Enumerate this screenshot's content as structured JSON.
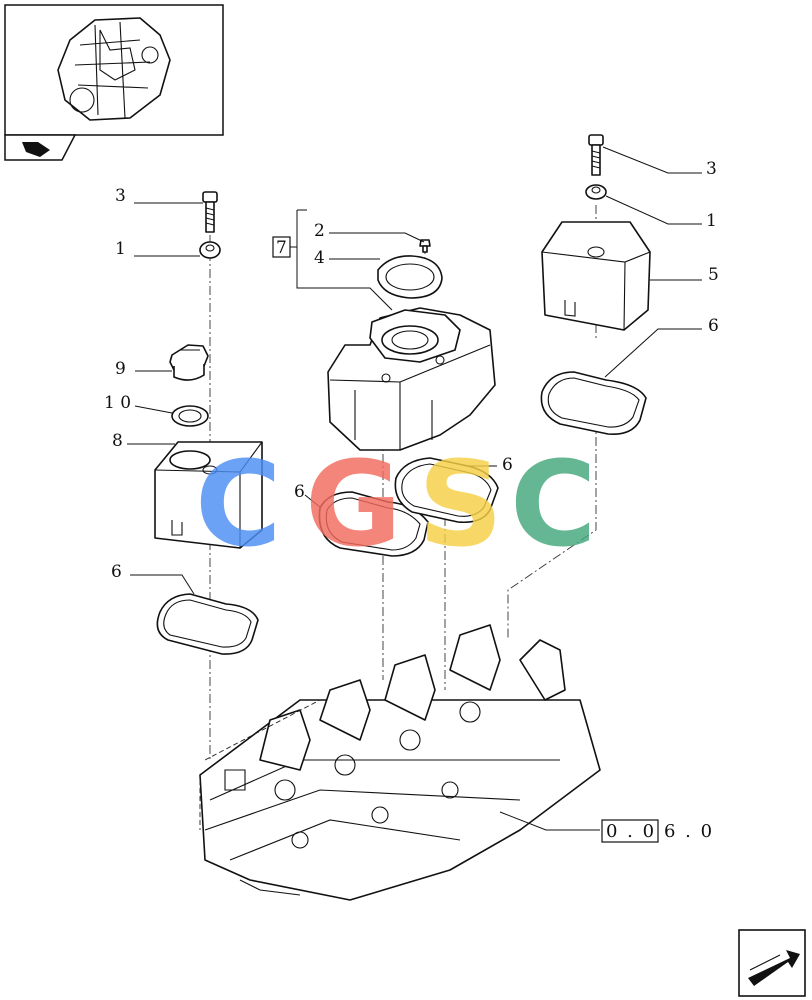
{
  "callouts": {
    "c3_left": "3",
    "c1_left": "1",
    "c9": "9",
    "c10": "1 0",
    "c8": "8",
    "c6_left": "6",
    "c2": "2",
    "c4": "4",
    "c7": "7",
    "c6_mid_left": "6",
    "c6_mid_right": "6",
    "c3_right": "3",
    "c1_right": "1",
    "c5": "5",
    "c6_right": "6"
  },
  "reference": {
    "boxed": "0 . 0",
    "rest": "6 . 0"
  },
  "watermark": {
    "letters": [
      "C",
      "G",
      "S",
      "C"
    ],
    "colors": [
      "#4d8ef5",
      "#f26b5e",
      "#f6cf45",
      "#44a87c"
    ]
  }
}
